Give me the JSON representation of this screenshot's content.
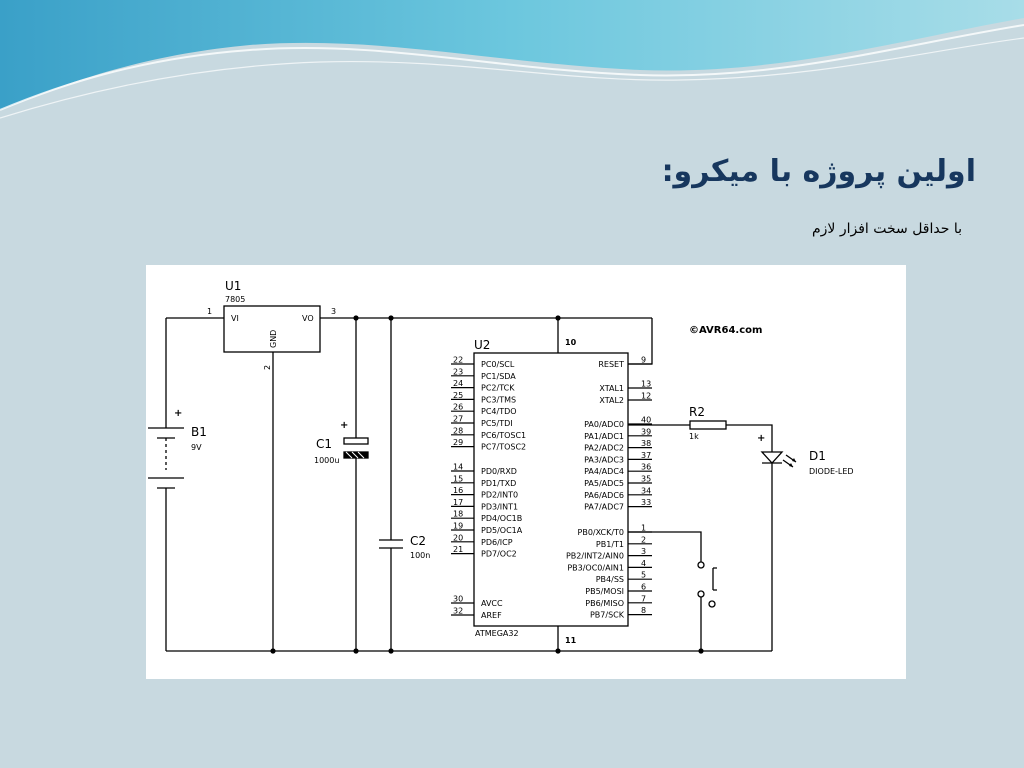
{
  "slide": {
    "title": "اولین پروژه با میکرو:",
    "subtitle": "با حداقل سخت افزار لازم"
  },
  "schematic": {
    "copyright": "©AVR64.com",
    "regulator": {
      "ref": "U1",
      "value": "7805",
      "pin_vi": "VI",
      "pin_vo": "VO",
      "pin_gnd": "GND",
      "pin1": "1",
      "pin2": "2",
      "pin3": "3"
    },
    "battery": {
      "ref": "B1",
      "value": "9V",
      "polarity": "+"
    },
    "c1": {
      "ref": "C1",
      "value": "1000u",
      "polarity": "+"
    },
    "c2": {
      "ref": "C2",
      "value": "100n"
    },
    "resistor": {
      "ref": "R2",
      "value": "1k"
    },
    "led": {
      "ref": "D1",
      "value": "DIODE-LED",
      "polarity": "+"
    },
    "mcu": {
      "ref": "U2",
      "part": "ATMEGA32",
      "vcc_pin": "10",
      "gnd_pin": "11",
      "left_pins": [
        {
          "num": "22",
          "name": "PC0/SCL"
        },
        {
          "num": "23",
          "name": "PC1/SDA"
        },
        {
          "num": "24",
          "name": "PC2/TCK"
        },
        {
          "num": "25",
          "name": "PC3/TMS"
        },
        {
          "num": "26",
          "name": "PC4/TDO"
        },
        {
          "num": "27",
          "name": "PC5/TDI"
        },
        {
          "num": "28",
          "name": "PC6/TOSC1"
        },
        {
          "num": "29",
          "name": "PC7/TOSC2"
        },
        {
          "num": "14",
          "name": "PD0/RXD"
        },
        {
          "num": "15",
          "name": "PD1/TXD"
        },
        {
          "num": "16",
          "name": "PD2/INT0"
        },
        {
          "num": "17",
          "name": "PD3/INT1"
        },
        {
          "num": "18",
          "name": "PD4/OC1B"
        },
        {
          "num": "19",
          "name": "PD5/OC1A"
        },
        {
          "num": "20",
          "name": "PD6/ICP"
        },
        {
          "num": "21",
          "name": "PD7/OC2"
        },
        {
          "num": "30",
          "name": "AVCC"
        },
        {
          "num": "32",
          "name": "AREF"
        }
      ],
      "right_pins": [
        {
          "num": "9",
          "name": "RESET"
        },
        {
          "num": "13",
          "name": "XTAL1"
        },
        {
          "num": "12",
          "name": "XTAL2"
        },
        {
          "num": "40",
          "name": "PA0/ADC0"
        },
        {
          "num": "39",
          "name": "PA1/ADC1"
        },
        {
          "num": "38",
          "name": "PA2/ADC2"
        },
        {
          "num": "37",
          "name": "PA3/ADC3"
        },
        {
          "num": "36",
          "name": "PA4/ADC4"
        },
        {
          "num": "35",
          "name": "PA5/ADC5"
        },
        {
          "num": "34",
          "name": "PA6/ADC6"
        },
        {
          "num": "33",
          "name": "PA7/ADC7"
        },
        {
          "num": "1",
          "name": "PB0/XCK/T0"
        },
        {
          "num": "2",
          "name": "PB1/T1"
        },
        {
          "num": "3",
          "name": "PB2/INT2/AIN0"
        },
        {
          "num": "4",
          "name": "PB3/OC0/AIN1"
        },
        {
          "num": "5",
          "name": "PB4/SS"
        },
        {
          "num": "6",
          "name": "PB5/MOSI"
        },
        {
          "num": "7",
          "name": "PB6/MISO"
        },
        {
          "num": "8",
          "name": "PB7/SCK"
        }
      ]
    }
  }
}
